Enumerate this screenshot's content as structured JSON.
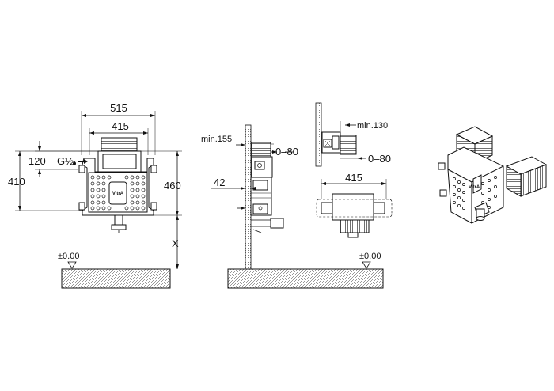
{
  "front_view": {
    "width_outer": "515",
    "width_inner": "415",
    "height_left": "410",
    "height_right": "460",
    "inlet_height": "120",
    "inlet_label": "G½",
    "floor_offset": "X",
    "floor_level": "±0.00",
    "brand_logo": "VitrA"
  },
  "side_view": {
    "min_depth": "min.155",
    "adjust_range": "0–80",
    "offset": "42"
  },
  "top_view": {
    "min_depth": "min.130",
    "adjust_range": "0–80",
    "width": "415",
    "floor_level": "±0.00"
  },
  "iso_view": {
    "brand_logo": "VitrA"
  }
}
